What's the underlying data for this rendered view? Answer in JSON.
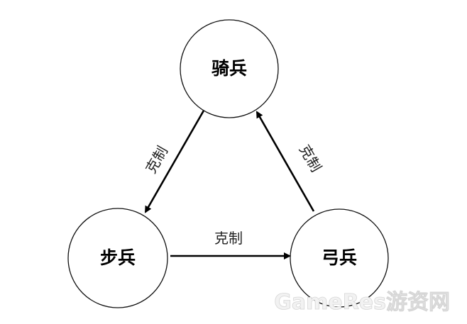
{
  "nodes": {
    "cavalry": "骑兵",
    "infantry": "步兵",
    "archer": "弓兵"
  },
  "edges": {
    "cavalry_to_infantry": "克制",
    "infantry_to_archer": "克制",
    "archer_to_cavalry": "克制"
  },
  "watermark": "GameRes游资网",
  "colors": {
    "stroke": "#000000",
    "background": "#ffffff",
    "watermark": "#f2f2f2"
  }
}
